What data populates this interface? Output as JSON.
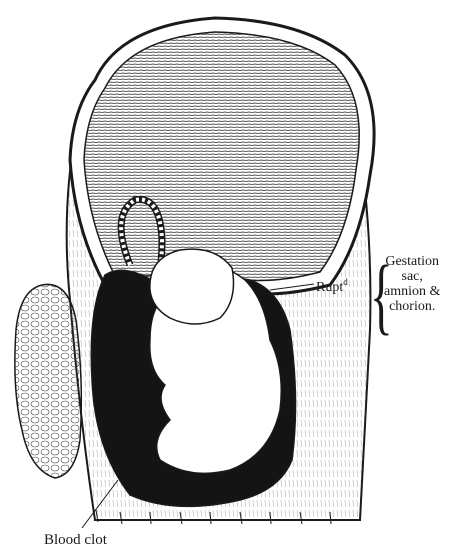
{
  "labels": {
    "ruptured_main": "Rupt",
    "ruptured_sup": "d",
    "gestation_line1": "Gestation",
    "gestation_line2": "sac,",
    "gestation_line3": "amnion &",
    "gestation_line4": "chorion.",
    "blood_clot": "Blood clot"
  },
  "colors": {
    "ink": "#1a1a1a",
    "paper": "#ffffff",
    "shade": "#8a8a8a",
    "clot": "#141414"
  }
}
